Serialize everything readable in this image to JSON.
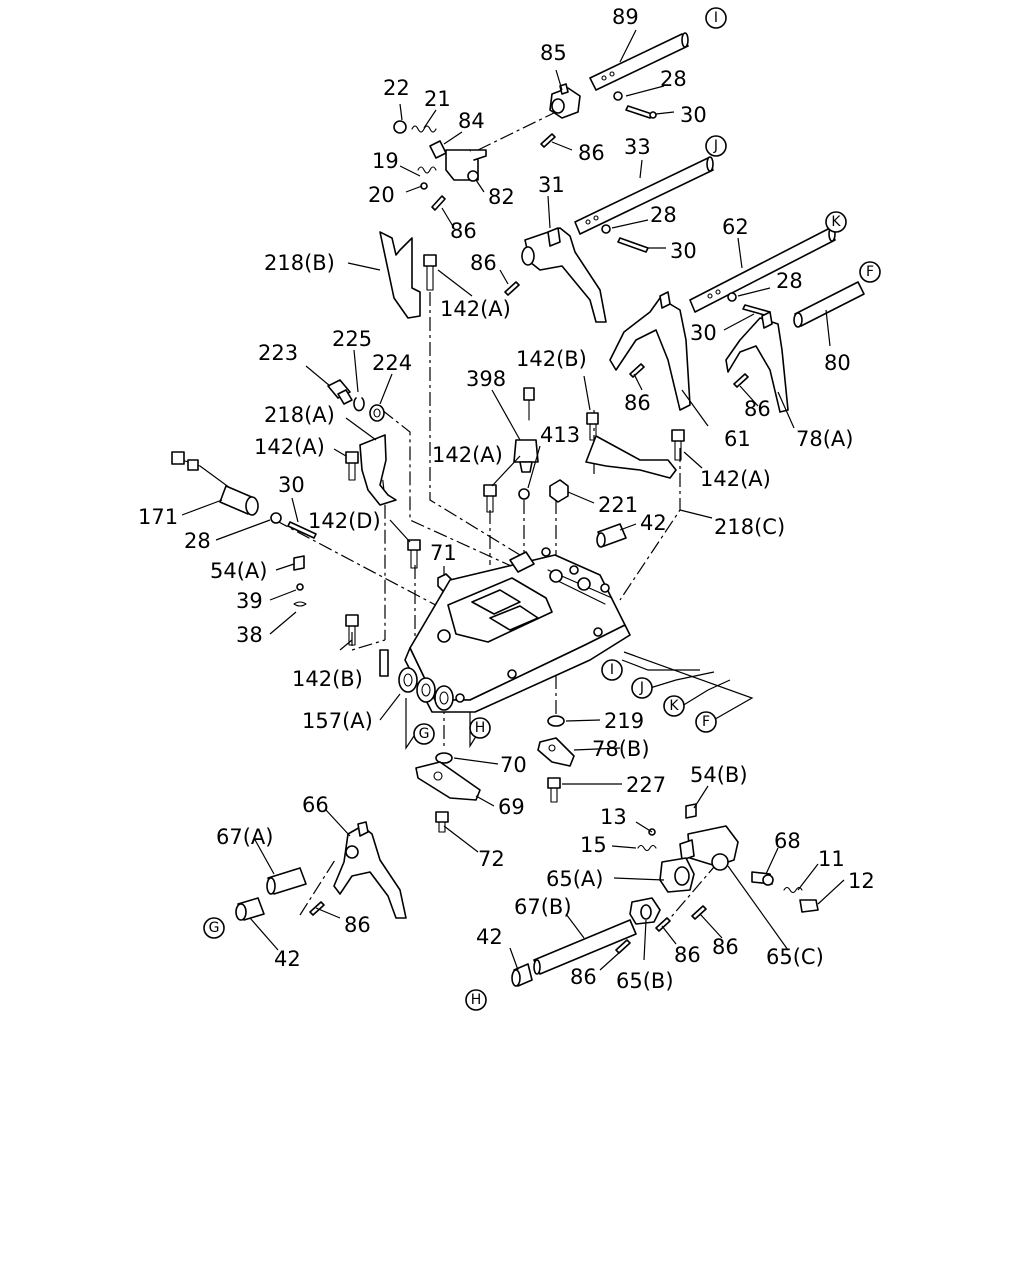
{
  "diagram": {
    "part_labels": {
      "p89": "89",
      "p85": "85",
      "p28a": "28",
      "p30a": "30",
      "p22": "22",
      "p21": "21",
      "p84": "84",
      "p86a": "86",
      "p19": "19",
      "p20": "20",
      "p82": "82",
      "p86b": "86",
      "p33": "33",
      "p31": "31",
      "p28b": "28",
      "p30b": "30",
      "p86c": "86",
      "p218b": "218(B)",
      "p142a1": "142(A)",
      "p62": "62",
      "p28c": "28",
      "p30c": "30",
      "p80": "80",
      "p86d": "86",
      "p61": "61",
      "p86e": "86",
      "p78a": "78(A)",
      "p225": "225",
      "p223": "223",
      "p224": "224",
      "p398": "398",
      "p142b1": "142(B)",
      "p413": "413",
      "p218a": "218(A)",
      "p142a2": "142(A)",
      "p142a3": "142(A)",
      "p221": "221",
      "p142a4": "142(A)",
      "p30d": "30",
      "p171": "171",
      "p28d": "28",
      "p142d": "142(D)",
      "p42a": "42",
      "p218c": "218(C)",
      "p71": "71",
      "p54a": "54(A)",
      "p39": "39",
      "p38": "38",
      "p142b2": "142(B)",
      "p157a": "157(A)",
      "p219": "219",
      "p78b": "78(B)",
      "p70": "70",
      "p227": "227",
      "p69": "69",
      "p54b": "54(B)",
      "p66": "66",
      "p67a": "67(A)",
      "p13": "13",
      "p68": "68",
      "p15": "15",
      "p11": "11",
      "p72": "72",
      "p65a": "65(A)",
      "p12": "12",
      "p67b": "67(B)",
      "p86f": "86",
      "p86g": "86",
      "p86h": "86",
      "p42b": "42",
      "p65c": "65(C)",
      "p42c": "42",
      "p86i": "86",
      "p65b": "65(B)"
    },
    "reference_markers": {
      "i1": "I",
      "j1": "J",
      "k1": "K",
      "f1": "F",
      "i2": "I",
      "j2": "J",
      "k2": "K",
      "f2": "F",
      "g1": "G",
      "h1": "H",
      "g2": "G",
      "h2": "H"
    }
  }
}
